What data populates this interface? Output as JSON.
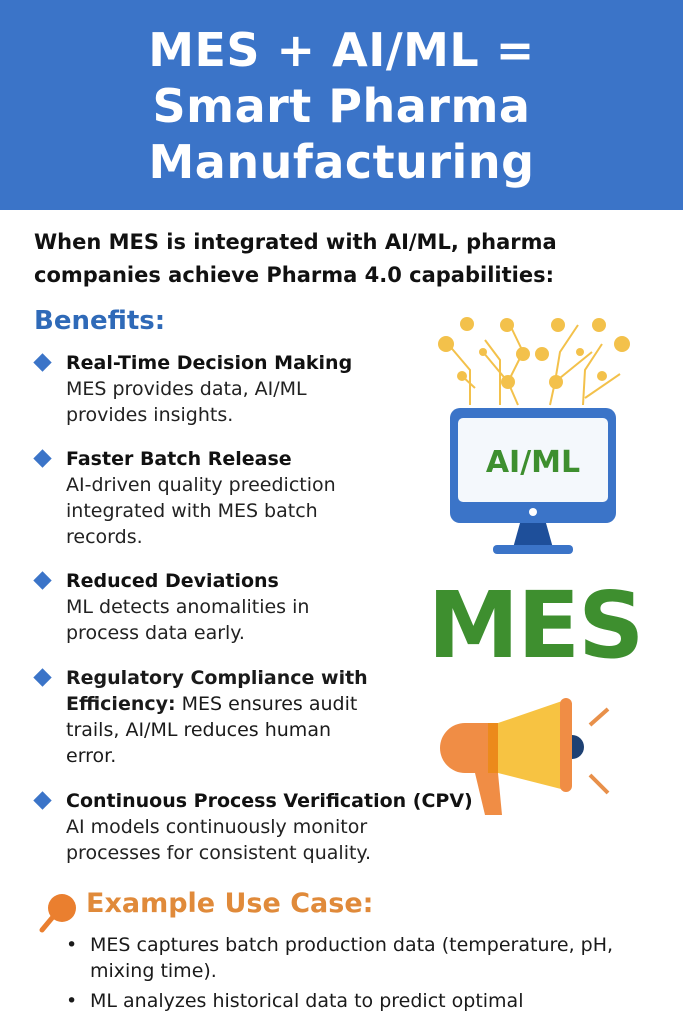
{
  "header": {
    "title_lines": [
      "MES + AI/ML =",
      "Smart Pharma",
      "Manufacturing"
    ]
  },
  "intro": "When MES is integrated with AI/ML, pharma companies achieve Pharma 4.0 capabilities:",
  "benefits": {
    "heading": "Benefits:",
    "items": [
      {
        "title": "Real-Time Decision Making",
        "desc": "MES provides data, AI/ML provides insights."
      },
      {
        "title": "Faster Batch Release",
        "desc": "AI-driven quality preediction integrated with MES batch records."
      },
      {
        "title": "Reduced Deviations",
        "desc": "ML detects anomalities in process data early."
      },
      {
        "title": "Regulatory Compliance with Efficiency:",
        "desc": "MES ensures audit trails, AI/ML reduces human error."
      },
      {
        "title": "Continuous Process Verification (CPV)",
        "desc": "AI models continuously monitor processes for consistent quality."
      }
    ]
  },
  "illustration": {
    "monitor_label": "AI/ML",
    "big_label": "MES"
  },
  "example": {
    "heading": "Example Use Case:",
    "bullets": [
      "MES captures batch production data  (temperature, pH, mixing time).",
      "ML analyzes historical data to predict optimal"
    ]
  },
  "colors": {
    "header": "#3b74c8",
    "green": "#3e8f2f",
    "orange": "#e08a3a"
  }
}
